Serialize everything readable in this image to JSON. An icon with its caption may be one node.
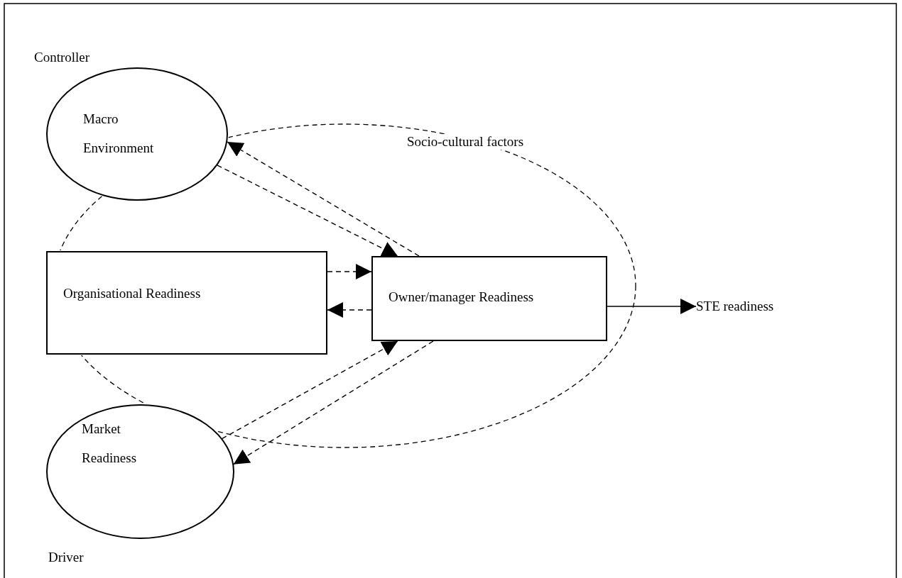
{
  "diagram": {
    "nodes": [
      {
        "text": [
          "Macro Environment"
        ],
        "beside": [
          "Controller"
        ]
      },
      {
        "text": [
          "Organisational Readiness"
        ]
      },
      {
        "text": [
          "Owner/manager Readiness"
        ]
      },
      {
        "text": [
          "Market Readiness"
        ],
        "beside": [
          "Driver"
        ]
      },
      {
        "text": [
          "STE readiness"
        ]
      }
    ],
    "edges": [
      {
        "from": 0,
        "to": 2,
        "arrow": "to",
        "style": "dashed"
      },
      {
        "from": 2,
        "to": 0,
        "arrow": "to",
        "style": "dashed"
      },
      {
        "from": 1,
        "to": 2,
        "arrow": "to",
        "style": "dashed"
      },
      {
        "from": 2,
        "to": 1,
        "arrow": "to",
        "style": "dashed"
      },
      {
        "from": 3,
        "to": 2,
        "arrow": "to",
        "style": "dashed"
      },
      {
        "from": 2,
        "to": 3,
        "arrow": "to",
        "style": "dashed"
      },
      {
        "from": 2,
        "to": 4,
        "arrow": "to"
      }
    ],
    "labels": [
      "Socio-cultural factors"
    ]
  }
}
